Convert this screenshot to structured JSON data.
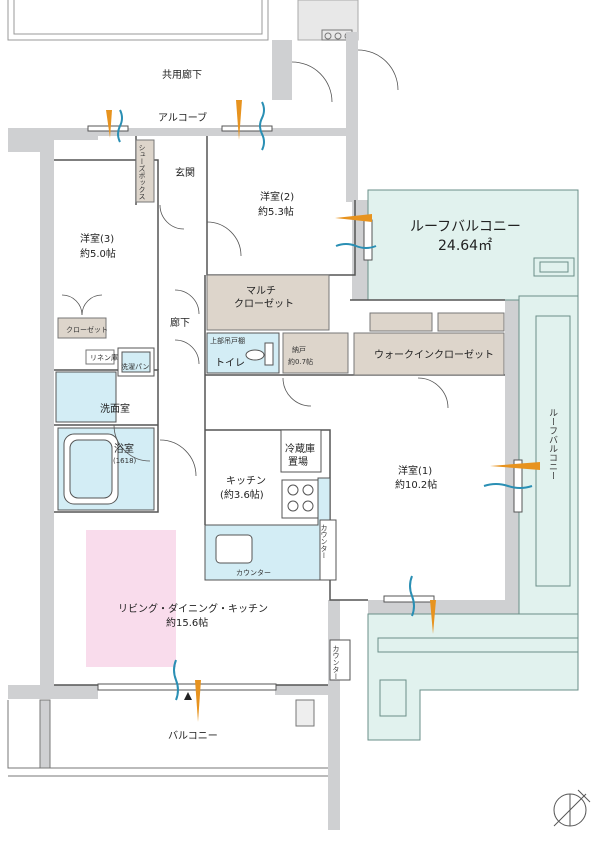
{
  "colors": {
    "wall": "#cfd0d2",
    "floor": "#ffffff",
    "storage": "#ddd5cb",
    "bath": "#d3edf5",
    "kitchen_counter": "#d3edf5",
    "balcony": "#e1f2ee",
    "ldk_highlight": "#f9dcec",
    "airflow_orange": "#e7931f",
    "airflow_blue": "#2a8fb4",
    "line": "#555555"
  },
  "labels": {
    "corridor": "共用廊下",
    "alcove": "アルコーブ",
    "entrance": "玄関",
    "shoe_box": "シューズボックス",
    "room2_name": "洋室(2)",
    "room2_area": "約5.3帖",
    "room3_name": "洋室(3)",
    "room3_area": "約5.0帖",
    "closet": "クローゼット",
    "multi_closet_1": "マルチ",
    "multi_closet_2": "クローゼット",
    "hallway": "廊下",
    "upper_shelf": "上部吊戸棚",
    "toilet": "トイレ",
    "storage_name": "納戸",
    "storage_area": "約0.7帖",
    "walk_in_closet": "ウォークインクローゼット",
    "linen": "リネン庫",
    "washing_pan": "洗濯パン",
    "washroom": "洗面室",
    "bath_name": "浴室",
    "bath_size": "(1618)",
    "fridge_1": "冷蔵庫",
    "fridge_2": "置場",
    "kitchen_name": "キッチン",
    "kitchen_area": "(約3.6帖)",
    "counter": "カウンター",
    "counter_v1": "カウンター",
    "counter_v2": "カウンター",
    "room1_name": "洋室(1)",
    "room1_area": "約10.2帖",
    "roof_balcony_name": "ルーフバルコニー",
    "roof_balcony_area": "24.64㎡",
    "roof_balcony_v": "ルーフバルコニー",
    "ldk_name": "リビング・ダイニング・キッチン",
    "ldk_area": "約15.6帖",
    "balcony": "バルコニー"
  }
}
